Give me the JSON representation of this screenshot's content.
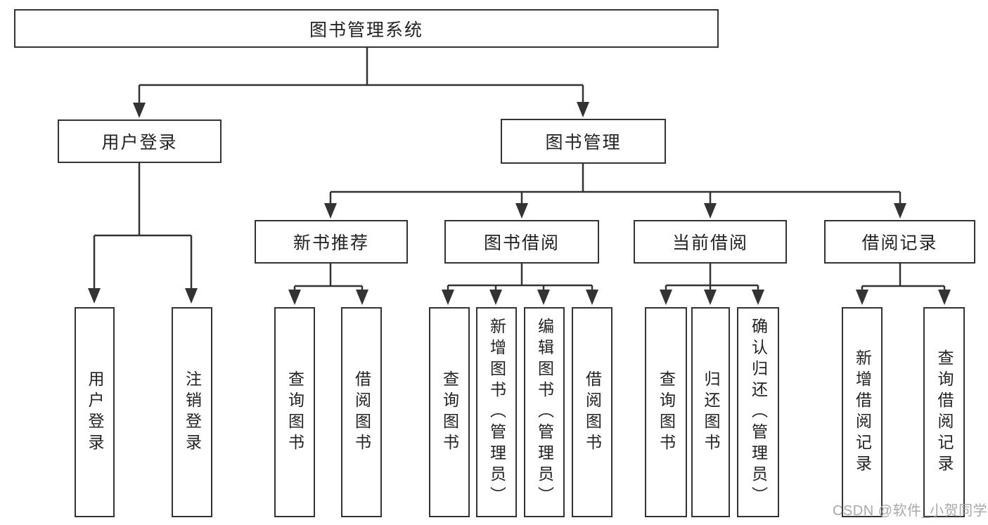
{
  "diagram": {
    "root": {
      "label": "图书管理系统"
    },
    "user_login": {
      "label": "用户登录",
      "children": [
        {
          "label": "用户登录"
        },
        {
          "label": "注销登录"
        }
      ]
    },
    "book_management": {
      "label": "图书管理",
      "sections": [
        {
          "label": "新书推荐",
          "children": [
            {
              "label": "查询图书"
            },
            {
              "label": "借阅图书"
            }
          ]
        },
        {
          "label": "图书借阅",
          "children": [
            {
              "label": "查询图书"
            },
            {
              "label": "新增图书（管理员）"
            },
            {
              "label": "编辑图书（管理员）"
            },
            {
              "label": "借阅图书"
            }
          ]
        },
        {
          "label": "当前借阅",
          "children": [
            {
              "label": "查询图书"
            },
            {
              "label": "归还图书"
            },
            {
              "label": "确认归还（管理员）"
            }
          ]
        },
        {
          "label": "借阅记录",
          "children": [
            {
              "label": "新增借阅记录"
            },
            {
              "label": "查询借阅记录"
            }
          ]
        }
      ]
    },
    "watermark": "CSDN @软件_小贺同学",
    "colors": {
      "line": "#333333",
      "text": "#222222",
      "watermark": "#a8a8a8",
      "background": "#ffffff"
    }
  }
}
